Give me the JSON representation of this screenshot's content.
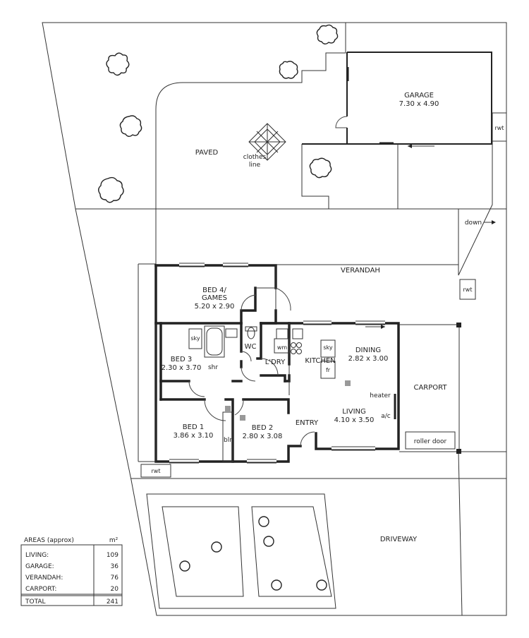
{
  "labels": {
    "garage": "GARAGE",
    "garage_dims": "7.30 x 4.90",
    "rwt_top": "rwt",
    "rwt_right": "rwt",
    "rwt_bottom": "rwt",
    "paved": "PAVED",
    "clothes_1": "clothes",
    "clothes_2": "line",
    "down": "down",
    "verandah": "VERANDAH",
    "bed4_1": "BED 4/",
    "bed4_2": "GAMES",
    "bed4_dims": "5.20 x 2.90",
    "sky_bed3": "sky",
    "bed3": "BED 3",
    "bed3_dims": "2.30 x 3.70",
    "shr": "shr",
    "wc": "WC",
    "wm": "wm",
    "ldry": "L'DRY",
    "kitchen": "KITCHEN",
    "sky_kitchen": "sky",
    "fr": "fr",
    "dining": "DINING",
    "dining_dims": "2.82 x 3.00",
    "carport": "CARPORT",
    "heater": "heater",
    "living": "LIVING",
    "living_dims": "4.10 x 3.50",
    "ac": "a/c",
    "roller_door": "roller door",
    "entry": "ENTRY",
    "bed1": "BED 1",
    "bed1_dims": "3.86 x 3.10",
    "blr": "blr",
    "bed2": "BED 2",
    "bed2_dims": "2.80 x 3.08",
    "driveway": "DRIVEWAY"
  },
  "areas_table": {
    "heading": "AREAS (approx)",
    "unit": "m²",
    "rows": [
      {
        "label": "LIVING:",
        "value": "109"
      },
      {
        "label": "GARAGE:",
        "value": "36"
      },
      {
        "label": "VERANDAH:",
        "value": "76"
      },
      {
        "label": "CARPORT:",
        "value": "20"
      }
    ],
    "total_label": "TOTAL",
    "total_value": "241"
  },
  "colors": {
    "line": "#222222",
    "marker": "#999999",
    "background": "#ffffff"
  }
}
